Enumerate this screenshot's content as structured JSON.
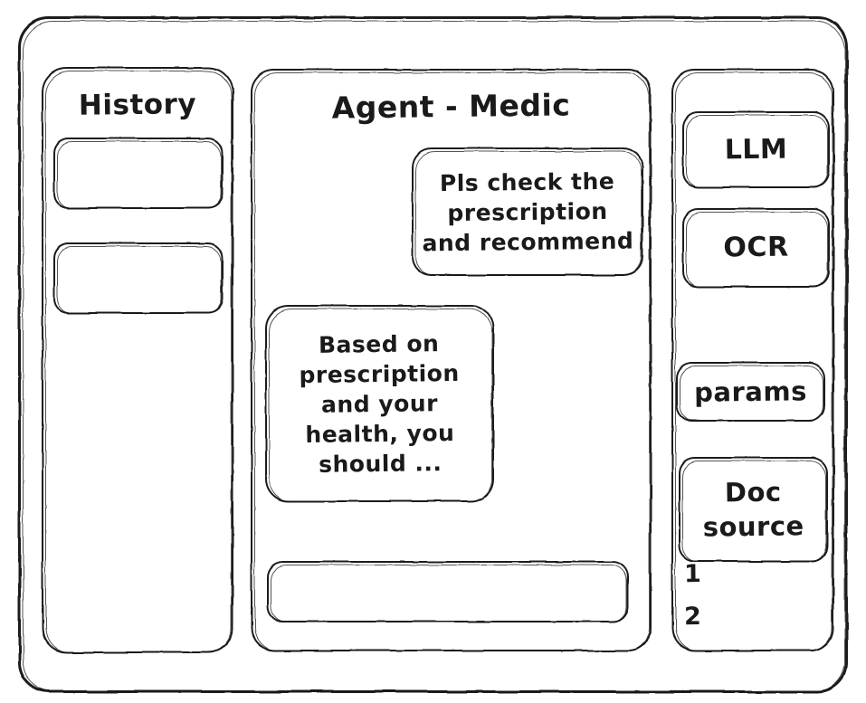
{
  "app": {
    "style": "hand-drawn-wireframe",
    "ink_color": "#1a1a1a",
    "background_color": "#ffffff"
  },
  "history": {
    "title": "History",
    "items": [
      {
        "label": ""
      },
      {
        "label": ""
      }
    ]
  },
  "main": {
    "title": "Agent - Medic",
    "messages": [
      {
        "role": "user",
        "align": "right",
        "text": "Pls check the\nprescription\nand recommend"
      },
      {
        "role": "agent",
        "align": "left",
        "text": "Based on\nprescription\nand your\nhealth, you\nshould ..."
      }
    ],
    "composer": {
      "value": "",
      "placeholder": ""
    }
  },
  "tools": {
    "cards": [
      {
        "label": "LLM"
      },
      {
        "label": "OCR"
      },
      {
        "label": "params"
      },
      {
        "label": "Doc\nsource"
      }
    ],
    "doc_refs": [
      "1",
      "2"
    ]
  }
}
